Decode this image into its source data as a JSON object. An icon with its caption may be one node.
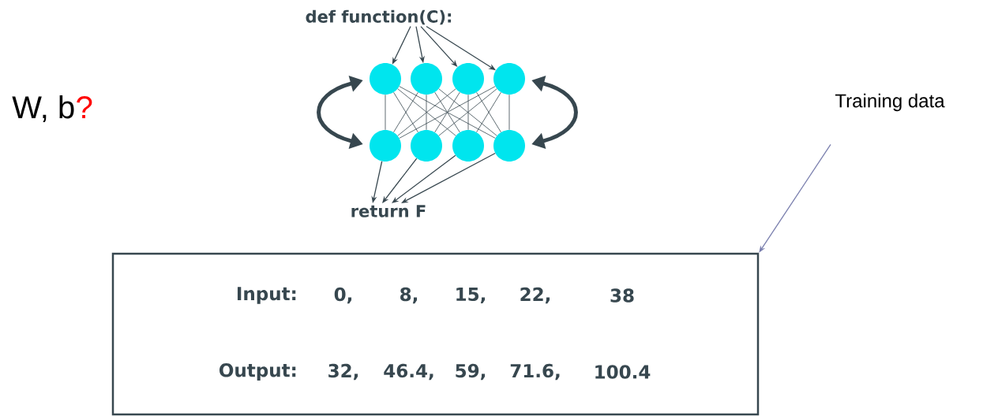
{
  "diagram": {
    "nodes": [
      {
        "text": [
          "def function(C):"
        ]
      },
      {
        "text": [],
        "shape": "circle"
      },
      {
        "text": [],
        "shape": "circle"
      },
      {
        "text": [],
        "shape": "circle"
      },
      {
        "text": [],
        "shape": "circle"
      },
      {
        "text": [],
        "shape": "circle"
      },
      {
        "text": [],
        "shape": "circle"
      },
      {
        "text": [],
        "shape": "circle"
      },
      {
        "text": [],
        "shape": "circle"
      },
      {
        "text": [
          "return F"
        ]
      },
      {
        "text": [
          "Training data"
        ]
      },
      {
        "text": [
          "Input:",
          "0,",
          "8,",
          "15,",
          "22,",
          "38",
          "Output:",
          "32,",
          "46.4,",
          "59,",
          "71.6,",
          "100.4"
        ]
      }
    ],
    "edges": [
      {
        "from": 0,
        "to": 1,
        "arrow": "to"
      },
      {
        "from": 0,
        "to": 2,
        "arrow": "to"
      },
      {
        "from": 0,
        "to": 3,
        "arrow": "to"
      },
      {
        "from": 0,
        "to": 4,
        "arrow": "to"
      },
      {
        "from": 1,
        "to": 5,
        "arrow": "none"
      },
      {
        "from": 1,
        "to": 6,
        "arrow": "none"
      },
      {
        "from": 1,
        "to": 7,
        "arrow": "none"
      },
      {
        "from": 1,
        "to": 8,
        "arrow": "none"
      },
      {
        "from": 2,
        "to": 5,
        "arrow": "none"
      },
      {
        "from": 2,
        "to": 6,
        "arrow": "none"
      },
      {
        "from": 2,
        "to": 7,
        "arrow": "none"
      },
      {
        "from": 2,
        "to": 8,
        "arrow": "none"
      },
      {
        "from": 3,
        "to": 5,
        "arrow": "none"
      },
      {
        "from": 3,
        "to": 6,
        "arrow": "none"
      },
      {
        "from": 3,
        "to": 7,
        "arrow": "none"
      },
      {
        "from": 3,
        "to": 8,
        "arrow": "none"
      },
      {
        "from": 4,
        "to": 5,
        "arrow": "none"
      },
      {
        "from": 4,
        "to": 6,
        "arrow": "none"
      },
      {
        "from": 4,
        "to": 7,
        "arrow": "none"
      },
      {
        "from": 4,
        "to": 8,
        "arrow": "none"
      },
      {
        "from": 5,
        "to": 9,
        "arrow": "to"
      },
      {
        "from": 6,
        "to": 9,
        "arrow": "to"
      },
      {
        "from": 7,
        "to": 9,
        "arrow": "to"
      },
      {
        "from": 8,
        "to": 9,
        "arrow": "to"
      },
      {
        "from": 1,
        "to": 5,
        "arrow": "both",
        "style": "thick"
      },
      {
        "from": 4,
        "to": 8,
        "arrow": "both",
        "style": "thick"
      },
      {
        "from": 10,
        "to": 11,
        "arrow": "to",
        "color": "#7a7fae"
      }
    ],
    "labels": [
      "W, b",
      "?"
    ]
  }
}
